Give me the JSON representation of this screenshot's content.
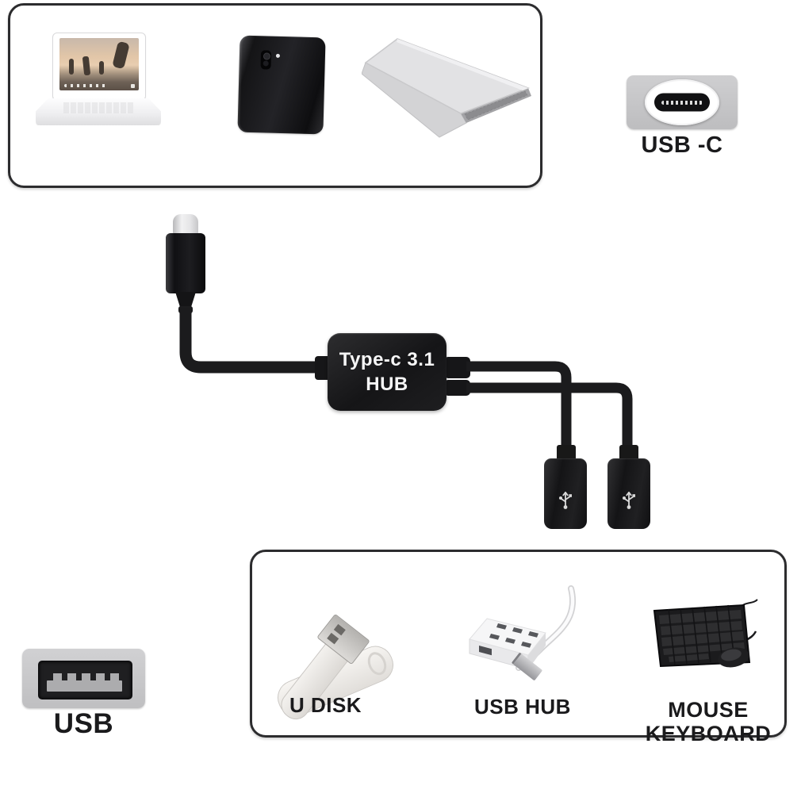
{
  "top_panel": {
    "devices": [
      {
        "name": "convertible-laptop"
      },
      {
        "name": "smartphone"
      },
      {
        "name": "laptop"
      }
    ]
  },
  "usb_c_port": {
    "label": "USB -C"
  },
  "adapter": {
    "hub_label_line1": "Type-c 3.1",
    "hub_label_line2": "HUB"
  },
  "usb_a_port": {
    "label": "USB"
  },
  "bottom_panel": {
    "items": [
      {
        "name": "u-disk",
        "label": "U DISK"
      },
      {
        "name": "usb-hub",
        "label": "USB HUB"
      },
      {
        "name": "mouse-keyboard",
        "label_line1": "MOUSE",
        "label_line2": "KEYBOARD"
      }
    ]
  },
  "colors": {
    "panel_border": "#2c2c2e",
    "port_plate": "#c8c8ca",
    "cable_black": "#1b1b1d",
    "hub_body": "#1d1d1f",
    "hub_text": "#f7f7f7",
    "label_text": "#1a1a1c",
    "background": "#ffffff"
  },
  "icons": {
    "usb_c_socket": "oval-socket-glyph",
    "usb_a_socket": "rectangular-socket-glyph",
    "usb_trident": "usb-trident-symbol"
  }
}
